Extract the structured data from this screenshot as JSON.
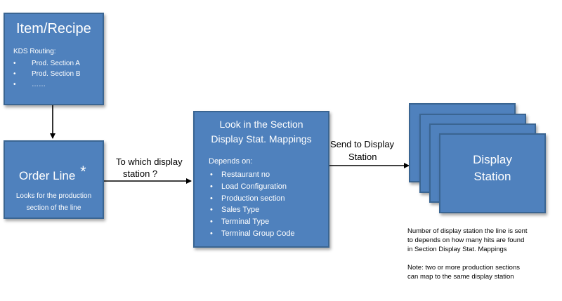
{
  "item_recipe": {
    "title": "Item/Recipe",
    "subtitle": "KDS Routing:",
    "bullets": [
      "Prod. Section A",
      "Prod. Section B",
      "……"
    ]
  },
  "order_line": {
    "title": "Order Line",
    "asterisk": "*",
    "desc_line1": "Looks for the production",
    "desc_line2": "section of the line"
  },
  "arrow1_label": {
    "line1": "To which display",
    "line2": "station ?"
  },
  "section_box": {
    "title_line1": "Look in the Section",
    "title_line2": "Display Stat. Mappings",
    "depends_label": "Depends on:",
    "bullets": [
      "Restaurant no",
      "Load Configuration",
      "Production  section",
      "Sales Type",
      "Terminal Type",
      "Terminal Group Code"
    ]
  },
  "arrow2_label": {
    "line1": "Send to Display",
    "line2": "Station"
  },
  "display_station": {
    "line1": "Display",
    "line2": "Station"
  },
  "note": {
    "para1": [
      "Number of display station the line is sent",
      "to depends on how many hits are found",
      "in Section Display Stat. Mappings"
    ],
    "para2": [
      "Note:  two or more production sections",
      "can map to the same display station"
    ]
  },
  "colors": {
    "box_fill": "#4f81bd",
    "box_border": "#3a6592",
    "text_on_box": "#ffffff"
  }
}
